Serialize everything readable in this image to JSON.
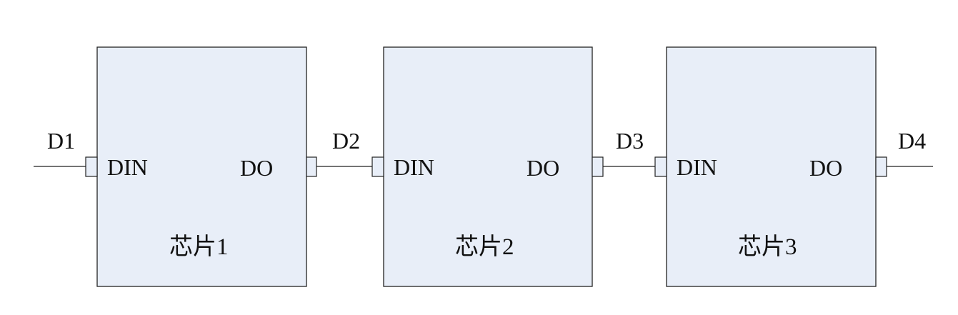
{
  "signals": [
    "D1",
    "D2",
    "D3",
    "D4"
  ],
  "chips": [
    {
      "name": "芯片1",
      "input": "DIN",
      "output": "DO"
    },
    {
      "name": "芯片2",
      "input": "DIN",
      "output": "DO"
    },
    {
      "name": "芯片3",
      "input": "DIN",
      "output": "DO"
    }
  ],
  "colors": {
    "chip_fill": "#E8EEF8",
    "stroke": "#222222",
    "text": "#111111",
    "background": "#FFFFFF"
  }
}
